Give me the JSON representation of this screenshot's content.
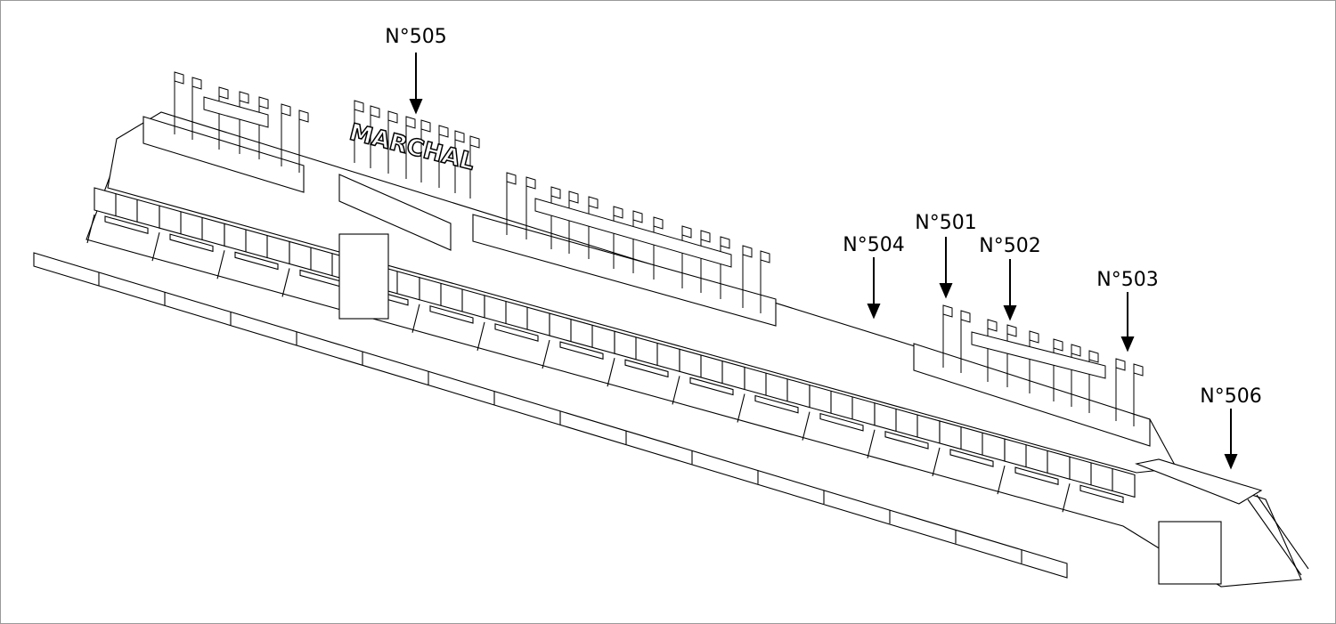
{
  "diagram": {
    "title": "Pit building isometric drawing",
    "sign_text": "MARCHAL",
    "callouts": [
      {
        "id": "n505",
        "label": "N°505"
      },
      {
        "id": "n504",
        "label": "N°504"
      },
      {
        "id": "n501",
        "label": "N°501"
      },
      {
        "id": "n502",
        "label": "N°502"
      },
      {
        "id": "n503",
        "label": "N°503"
      },
      {
        "id": "n506",
        "label": "N°506"
      }
    ]
  }
}
